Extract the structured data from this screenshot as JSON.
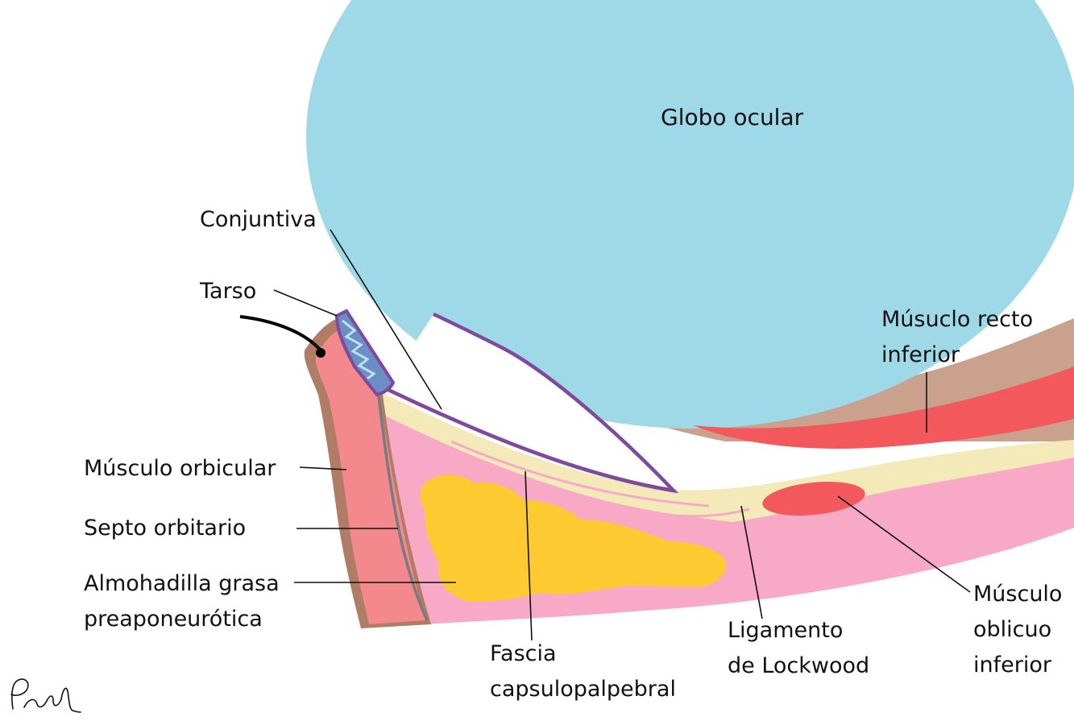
{
  "labels": {
    "globe": "Globo ocular",
    "conjunctiva": "Conjuntiva",
    "tarsus": "Tarso",
    "inferior_rectus": [
      "Músuclo recto",
      "inferior"
    ],
    "orbicularis": "Músculo orbicular",
    "orbital_septum": "Septo orbitario",
    "fat_pad": [
      "Almohadilla grasa",
      "preaponeurótica"
    ],
    "capsulopalpebral_fascia": [
      "Fascia",
      "capsulopalpebral"
    ],
    "lockwood_ligament": [
      "Ligamento",
      "de Lockwood"
    ],
    "inferior_oblique": [
      "Músculo",
      "oblicuo",
      "inferior"
    ]
  },
  "colors": {
    "globe": "#9fd8e6",
    "orbicularis": "#f4898d",
    "skin": "#b07c63",
    "lower_lid": "#f7a9c6",
    "fascia": "#f4e9b9",
    "fat": "#fdca32",
    "tarsus": "#6d8ec4",
    "conjunctiva": "#7e4a9e",
    "inferior_rectus": "#f2585c",
    "rectus_sheath": "#c9a18d",
    "septum": "#7a7a82"
  },
  "signature": "Perla"
}
